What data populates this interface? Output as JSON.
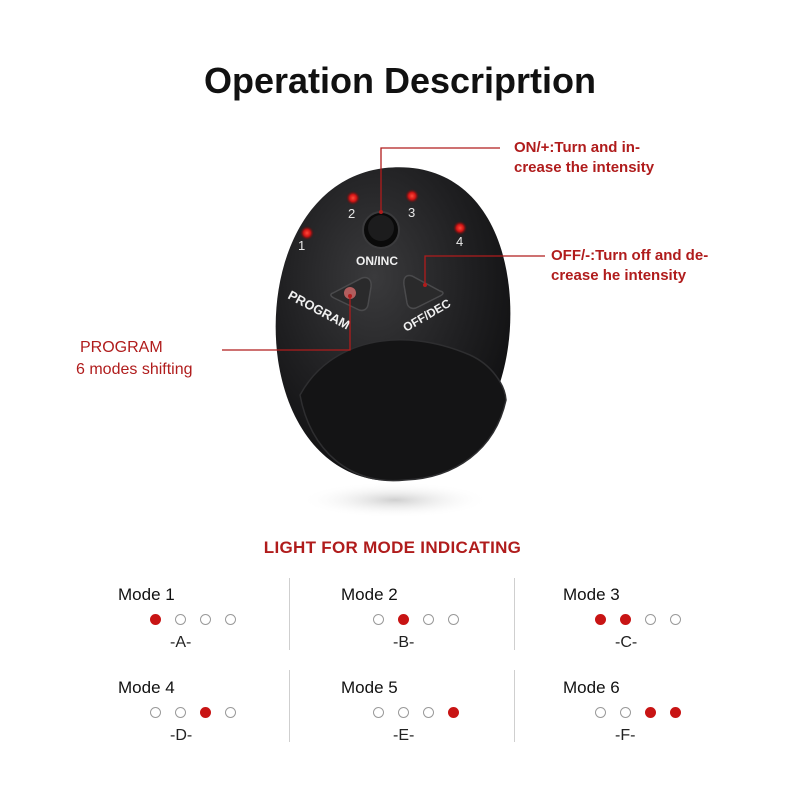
{
  "title": "Operation Descriprtion",
  "device": {
    "indicator_numbers": [
      "1",
      "2",
      "3",
      "4"
    ],
    "on_inc_label": "ON/INC",
    "program_label": "PROGRAM",
    "off_dec_label": "OFF/DEC",
    "body_color": "#1b1b1c",
    "led_color": "#d21414"
  },
  "callouts": {
    "on": [
      "ON/+:Turn and in-",
      "crease the intensity"
    ],
    "off": [
      "OFF/-:Turn off and de-",
      "crease he intensity"
    ],
    "program": [
      "PROGRAM",
      "6 modes shifting"
    ]
  },
  "mode_section": {
    "title": "LIGHT FOR MODE INDICATING",
    "modes": [
      {
        "label": "Mode 1",
        "letter": "-A-",
        "lights": [
          1,
          0,
          0,
          0
        ]
      },
      {
        "label": "Mode 2",
        "letter": "-B-",
        "lights": [
          0,
          1,
          0,
          0
        ]
      },
      {
        "label": "Mode 3",
        "letter": "-C-",
        "lights": [
          1,
          1,
          0,
          0
        ]
      },
      {
        "label": "Mode 4",
        "letter": "-D-",
        "lights": [
          0,
          0,
          1,
          0
        ]
      },
      {
        "label": "Mode 5",
        "letter": "-E-",
        "lights": [
          0,
          0,
          0,
          1
        ]
      },
      {
        "label": "Mode 6",
        "letter": "-F-",
        "lights": [
          0,
          0,
          1,
          1
        ]
      }
    ]
  },
  "accent_color": "#b01c1c"
}
